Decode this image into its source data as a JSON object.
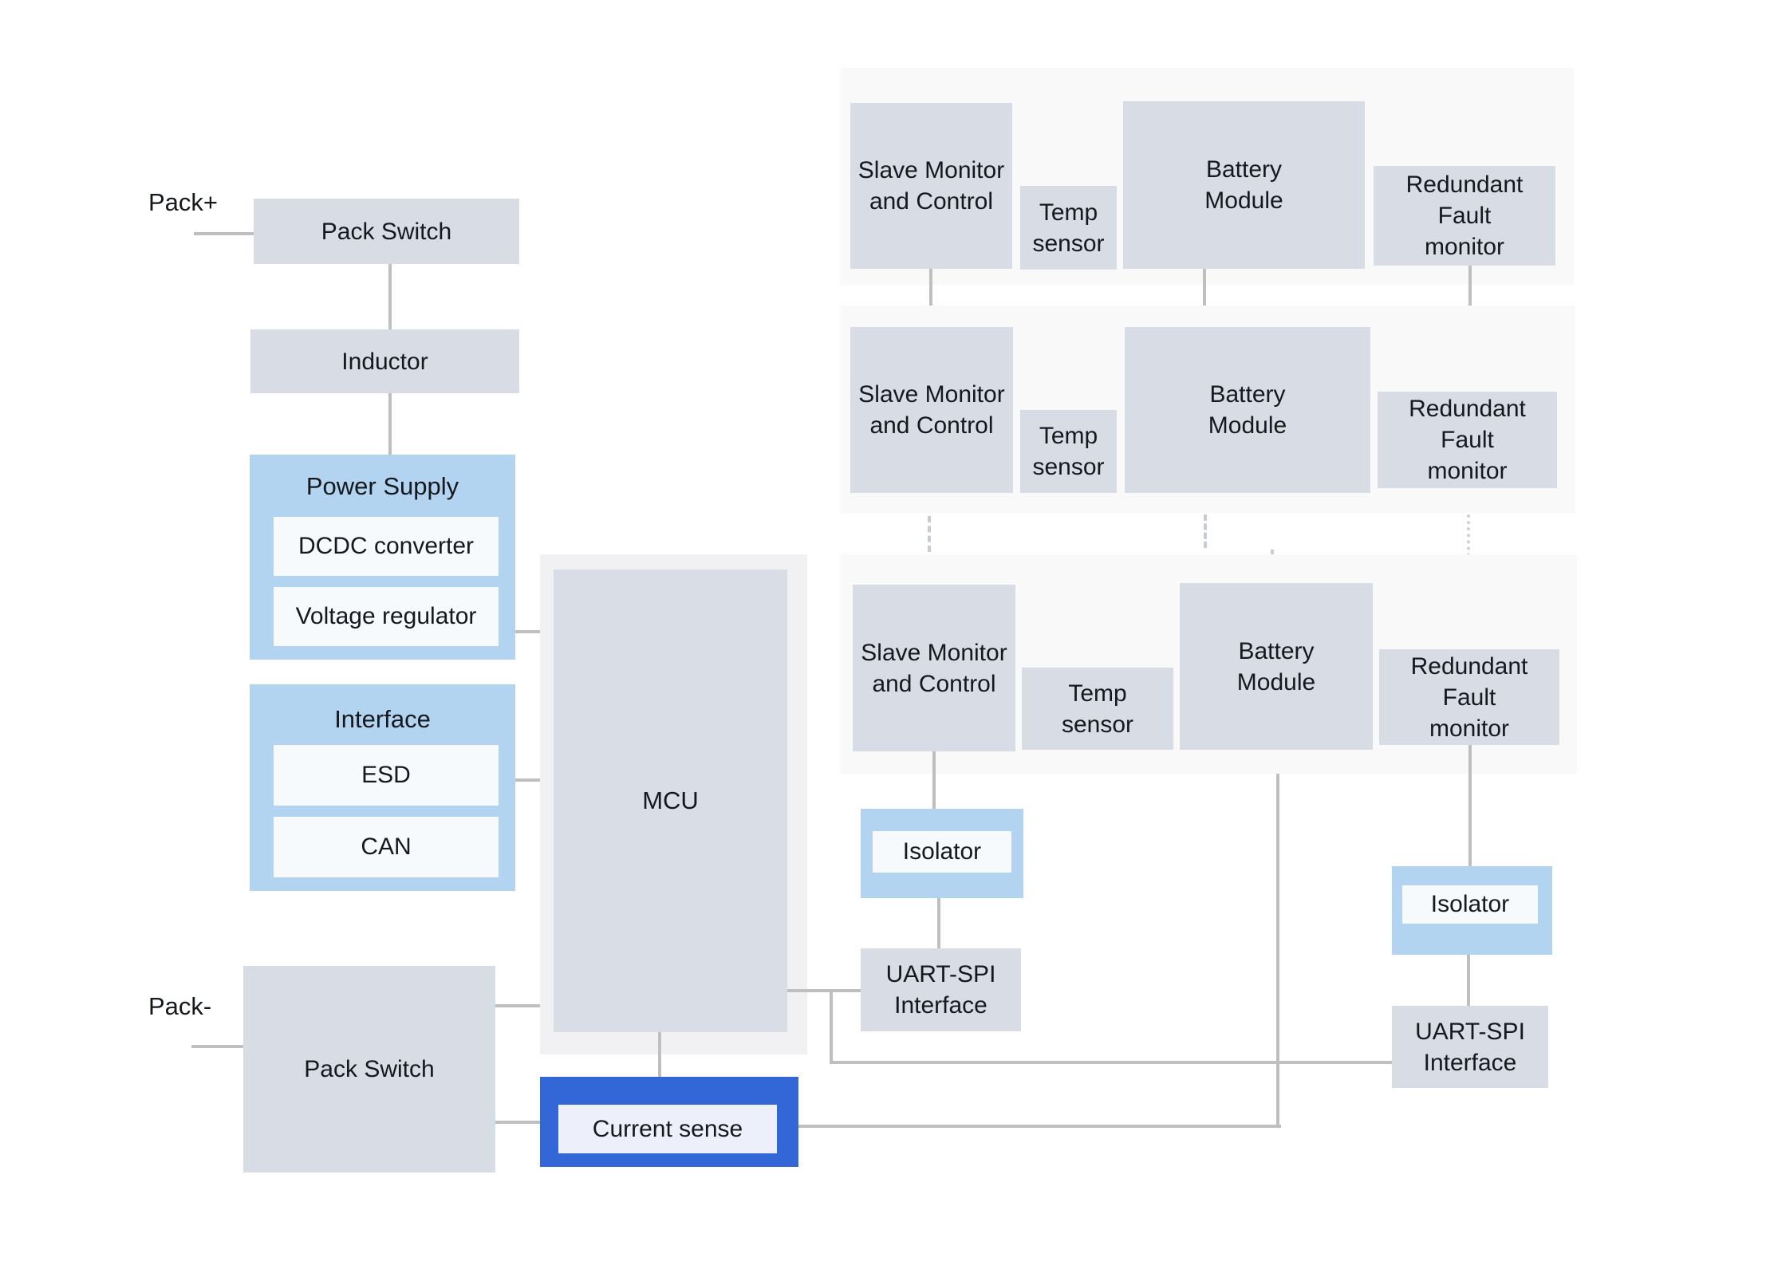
{
  "labels": {
    "pack_plus": "Pack+",
    "pack_minus": "Pack-"
  },
  "left_chain": {
    "pack_switch_top": "Pack Switch",
    "inductor": "Inductor",
    "power_supply": {
      "title": "Power Supply",
      "children": [
        "DCDC converter",
        "Voltage regulator"
      ]
    },
    "interface": {
      "title": "Interface",
      "children": [
        "ESD",
        "CAN"
      ]
    },
    "pack_switch_bottom": "Pack Switch"
  },
  "core": {
    "mcu": "MCU",
    "current_sense": "Current sense"
  },
  "right_rows": [
    {
      "slave": "Slave Monitor and Control",
      "temp": "Temp sensor",
      "battery": "Battery Module",
      "fault": "Redundant Fault monitor"
    },
    {
      "slave": "Slave Monitor and Control",
      "temp": "Temp sensor",
      "battery": "Battery Module",
      "fault": "Redundant Fault monitor"
    },
    {
      "slave": "Slave Monitor and Control",
      "temp": "Temp sensor",
      "battery": "Battery Module",
      "fault": "Redundant Fault monitor"
    }
  ],
  "comm_left": {
    "isolator": "Isolator",
    "uart": "UART-SPI Interface"
  },
  "comm_right": {
    "isolator": "Isolator",
    "uart": "UART-SPI Interface"
  },
  "colors": {
    "block_gray": "#d8dce5",
    "row_container_gray": "#f9f9f9",
    "mcu_container_gray": "#f1f1f3",
    "blue_container": "#b3d4f1",
    "blue_inner": "#f7fafd",
    "current_sense_blue": "#3366d6",
    "connector_gray": "#bfbfbf",
    "text": "#15181d"
  }
}
